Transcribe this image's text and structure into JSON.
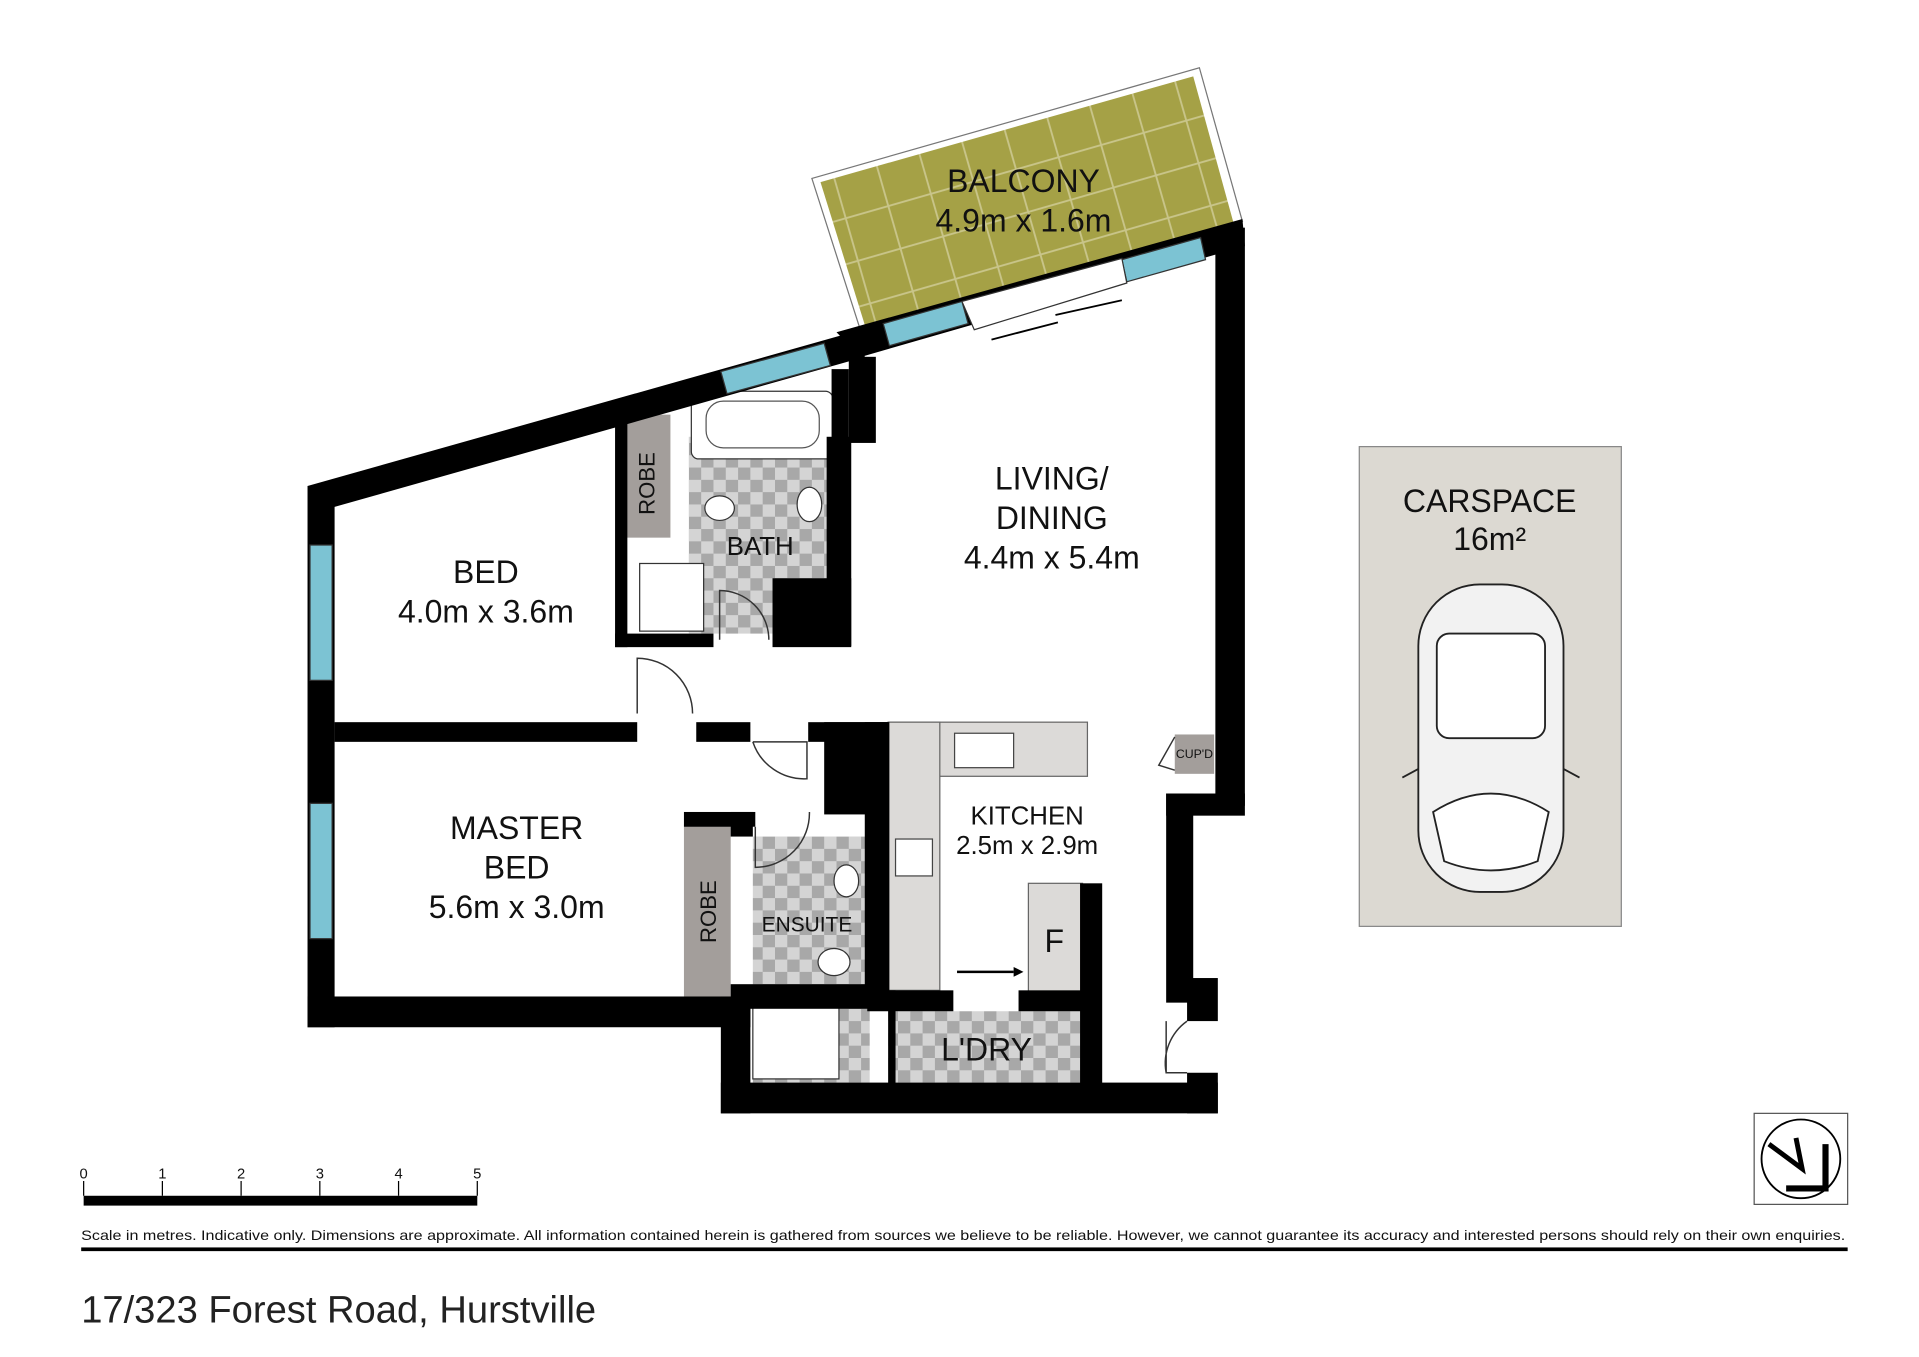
{
  "rooms": {
    "balcony": {
      "name": "BALCONY",
      "dims": "4.9m x 1.6m"
    },
    "living": {
      "name1": "LIVING/",
      "name2": "DINING",
      "dims": "4.4m x 5.4m"
    },
    "bed": {
      "name": "BED",
      "dims": "4.0m x 3.6m"
    },
    "master": {
      "name1": "MASTER",
      "name2": "BED",
      "dims": "5.6m x 3.0m"
    },
    "kitchen": {
      "name": "KITCHEN",
      "dims": "2.5m x 2.9m"
    },
    "bath": {
      "name": "BATH"
    },
    "ensuite": {
      "name": "ENSUITE"
    },
    "laundry": {
      "name": "L'DRY"
    },
    "robe1": {
      "name": "ROBE"
    },
    "robe2": {
      "name": "ROBE"
    },
    "cupd": {
      "name": "CUP'D"
    },
    "fridge": {
      "name": "F"
    },
    "carspace": {
      "name": "CARSPACE",
      "area": "16m²"
    }
  },
  "scale": {
    "ticks": [
      "0",
      "1",
      "2",
      "3",
      "4",
      "5"
    ]
  },
  "disclaimer": "Scale in metres. Indicative only. Dimensions are approximate. All information contained herein is gathered from sources we believe to be reliable. However, we cannot guarantee its accuracy and interested persons should rely on their own enquiries.",
  "address": "17/323 Forest Road, Hurstville",
  "colors": {
    "wall": "#000000",
    "window": "#7cc3d3",
    "robe": "#a39e9b",
    "balcony": "#a19d45",
    "carspace": "#dcd9d2"
  }
}
